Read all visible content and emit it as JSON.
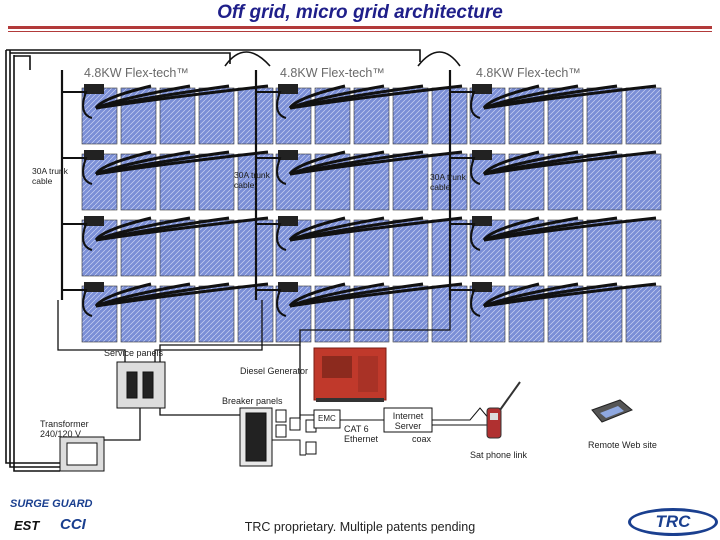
{
  "title": "Off grid, micro grid architecture",
  "arrays": [
    {
      "label": "4.8KW Flex-tech™",
      "trunk_label": "30A trunk cable"
    },
    {
      "label": "4.8KW Flex-tech™",
      "trunk_label": "30A trunk cable"
    },
    {
      "label": "4.8KW Flex-tech™",
      "trunk_label": "30A trunk cable"
    }
  ],
  "components": {
    "service_panels": "Service panels",
    "diesel_generator": "Diesel Generator",
    "breaker_panels": "Breaker panels",
    "transformer": "Transformer 240/120 V",
    "emc": "EMC",
    "cat6": "CAT 6 Ethernet",
    "internet_server": "Internet Server",
    "coax": "coax",
    "sat_phone": "Sat phone link",
    "remote_web": "Remote Web site"
  },
  "footer": "TRC proprietary. Multiple patents pending",
  "logos": {
    "surge_guard": "SURGE GUARD",
    "est": "EST",
    "cci": "CCI",
    "trc": "TRC"
  },
  "colors": {
    "panel_fill": "#7b8fd6",
    "title": "#1f1f8a",
    "title_rule": "#b23a3a",
    "generator": "#c0392b",
    "trc_logo": "#1a3f8f"
  }
}
